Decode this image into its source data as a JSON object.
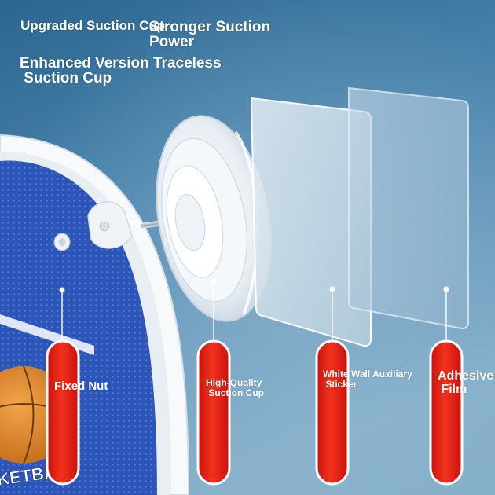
{
  "headlines": {
    "upgraded": "Upgraded Suction Cup",
    "stronger": "Stronger Suction\nPower",
    "enhanced": "Enhanced Version Traceless\n Suction Cup"
  },
  "callouts": [
    {
      "label": "Fixed Nut"
    },
    {
      "label": "High-Quality\n Suction Cup"
    },
    {
      "label": "White Wall Auxiliary\n Sticker"
    },
    {
      "label": "Adhesive\n Film"
    }
  ],
  "backboard_graphic_text": "KETBALL",
  "colors": {
    "background_top": "#2f6d96",
    "background_bottom": "#7ba7c4",
    "pill_red": "#e8231a",
    "pill_outline": "#ffffff",
    "backboard_blue": "#2d55b8",
    "ball_orange": "#e08a2c"
  }
}
